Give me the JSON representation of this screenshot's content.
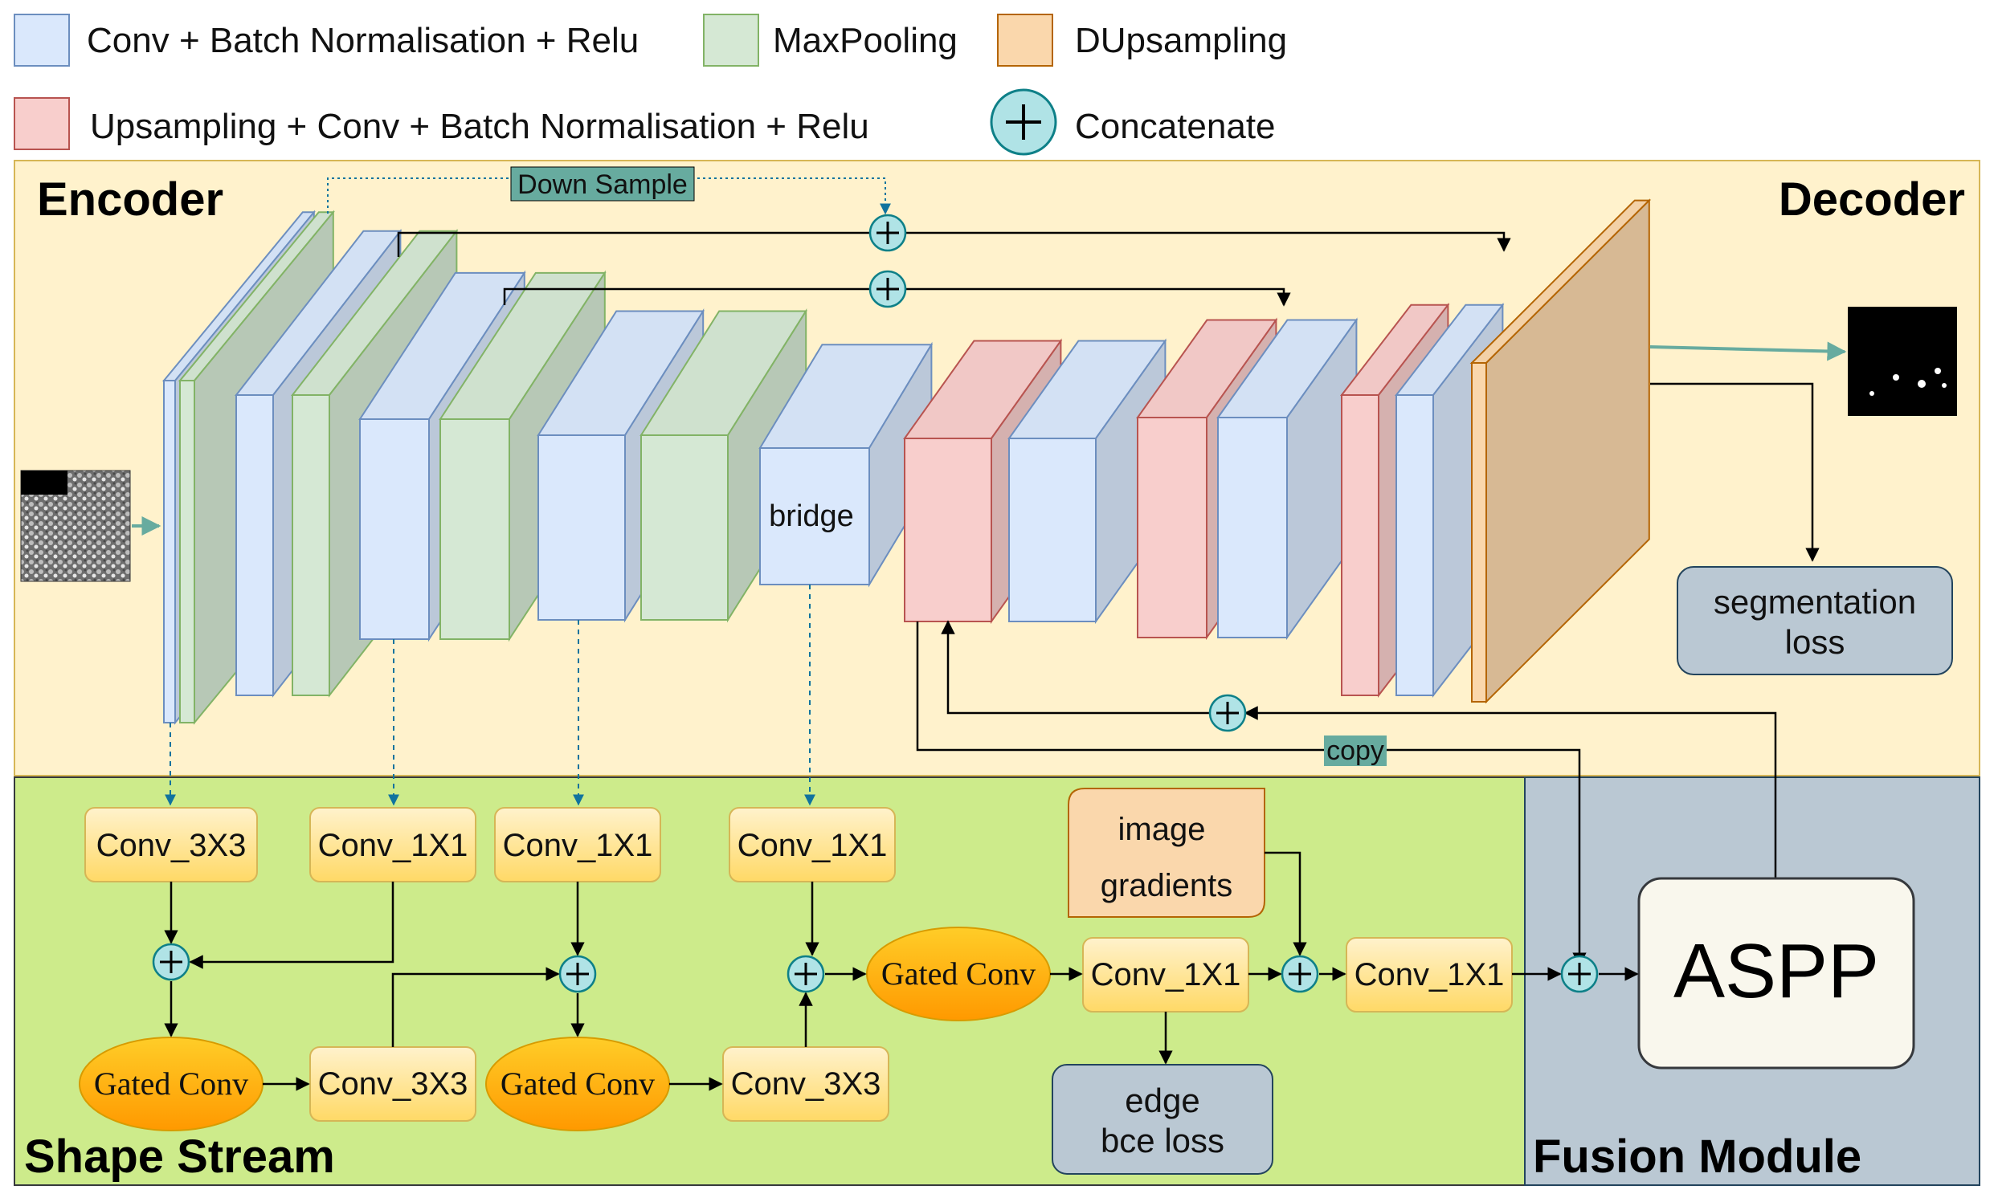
{
  "legend": {
    "conv_bn_relu": "Conv + Batch Normalisation + Relu",
    "maxpooling": "MaxPooling",
    "dupsampling": "DUpsampling",
    "upsampling_conv": "Upsampling + Conv + Batch Normalisation + Relu",
    "concatenate": "Concatenate"
  },
  "sections": {
    "encoder": "Encoder",
    "decoder": "Decoder",
    "shape_stream": "Shape Stream",
    "fusion_module": "Fusion Module"
  },
  "labels": {
    "down_sample": "Down Sample",
    "copy": "copy",
    "bridge": "bridge",
    "segmentation_loss_1": "segmentation",
    "segmentation_loss_2": "loss",
    "edge_loss_1": "edge",
    "edge_loss_2": "bce loss",
    "image_gradients_1": "image",
    "image_gradients_2": "gradients",
    "aspp": "ASPP",
    "plus_symbol": "+"
  },
  "shape_stream_nodes": {
    "conv_a": "Conv_3X3",
    "conv_b": "Conv_1X1",
    "conv_c": "Conv_1X1",
    "conv_d": "Conv_1X1",
    "conv_e": "Conv_3X3",
    "conv_f": "Conv_3X3",
    "conv_g": "Conv_1X1",
    "conv_h": "Conv_1X1",
    "gated_1": "Gated Conv",
    "gated_2": "Gated Conv",
    "gated_3": "Gated Conv"
  },
  "colors": {
    "conv_fill": "#dae8fc",
    "conv_stroke": "#6c8ebf",
    "pool_fill": "#d5e8d4",
    "pool_stroke": "#82b366",
    "dup_fill": "#fad7ac",
    "dup_stroke": "#b46504",
    "up_fill": "#f8cecc",
    "up_stroke": "#b85450",
    "concat_fill": "#b0e3e6",
    "concat_stroke": "#0e8088",
    "encoder_bg": "#fff2cc",
    "encoder_stroke": "#d6b656",
    "shape_bg": "#cdeb8b",
    "fusion_bg": "#bac8d3",
    "gated_fill": "#ffa500",
    "node_fill": "#ffe9a8",
    "loss_fill": "#bac8d3",
    "teal_arrow": "#67ab9f"
  }
}
